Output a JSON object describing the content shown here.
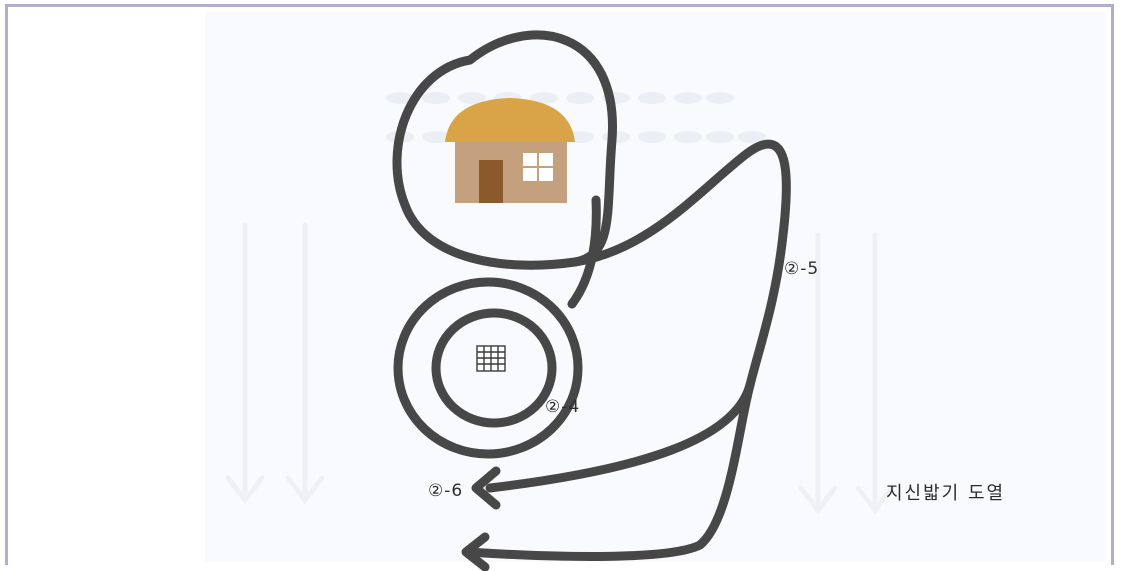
{
  "diagram": {
    "labels": {
      "path_5": "②-5",
      "path_4": "②-4",
      "path_6": "②-6"
    },
    "caption": "지신밟기 도열"
  },
  "colors": {
    "path": "#474747",
    "frame_border": "#b3abd0",
    "roof": "#d9a347",
    "wall": "#c4a07f",
    "door": "#8b5a2b",
    "window": "#ffffff"
  }
}
